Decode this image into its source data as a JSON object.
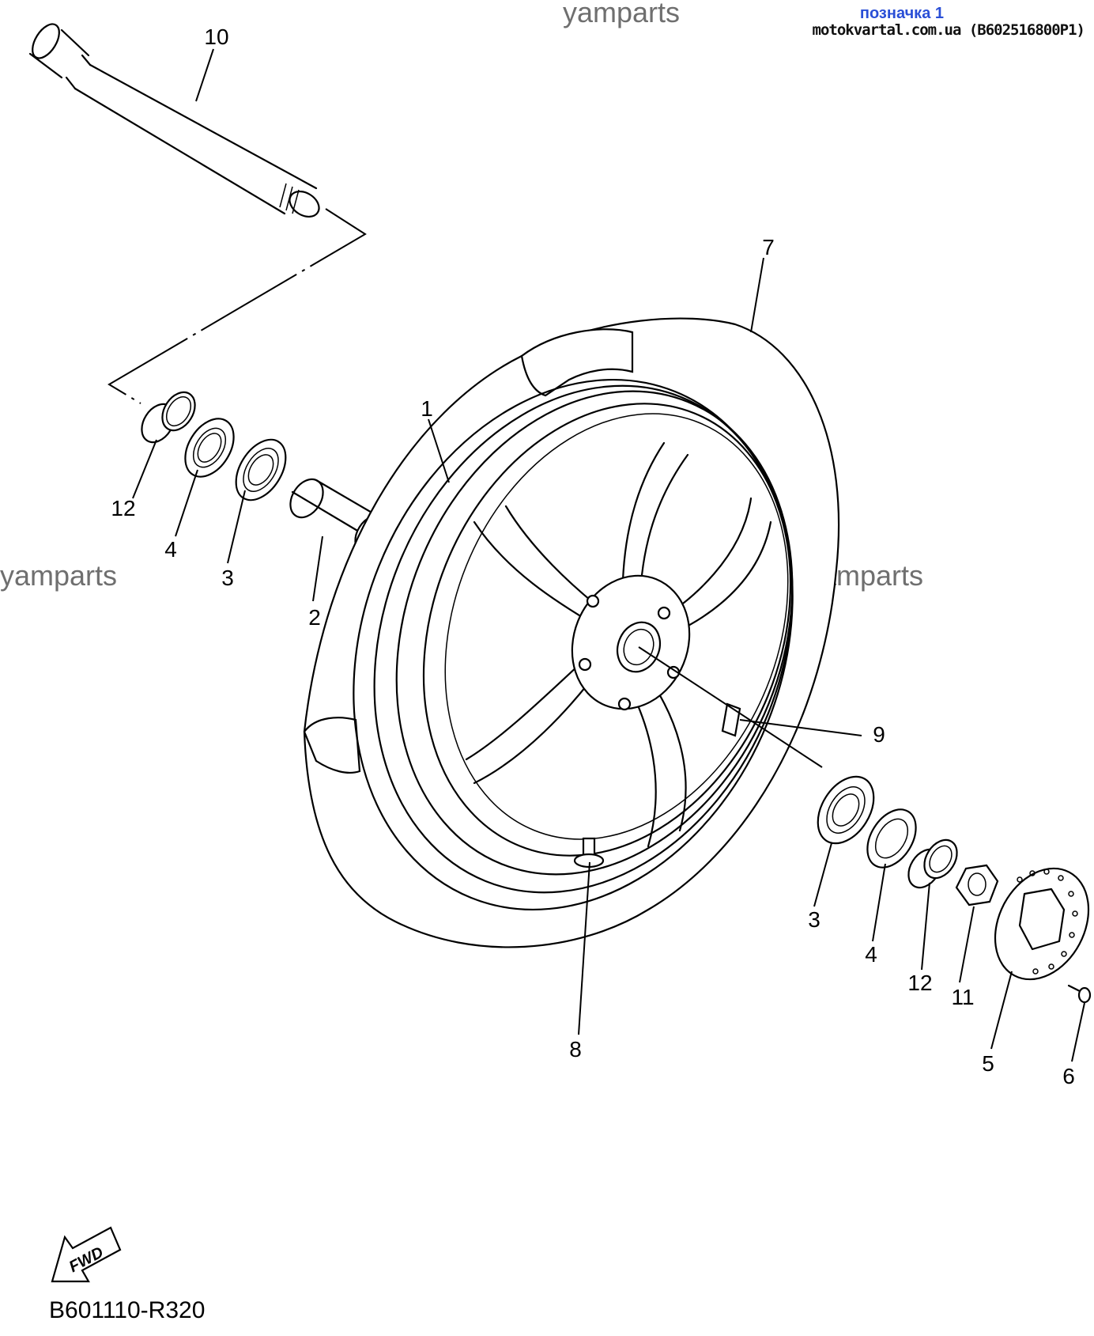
{
  "header": {
    "tag_title": "позначка 1",
    "source_line": "motokvartal.com.ua (B602516800P1)"
  },
  "watermark": "yamparts",
  "callouts": [
    "1",
    "2",
    "3",
    "3",
    "4",
    "4",
    "5",
    "6",
    "7",
    "8",
    "9",
    "10",
    "11",
    "12",
    "12"
  ],
  "fwd_label": "FWD",
  "diagram_code": "B601110-R320"
}
